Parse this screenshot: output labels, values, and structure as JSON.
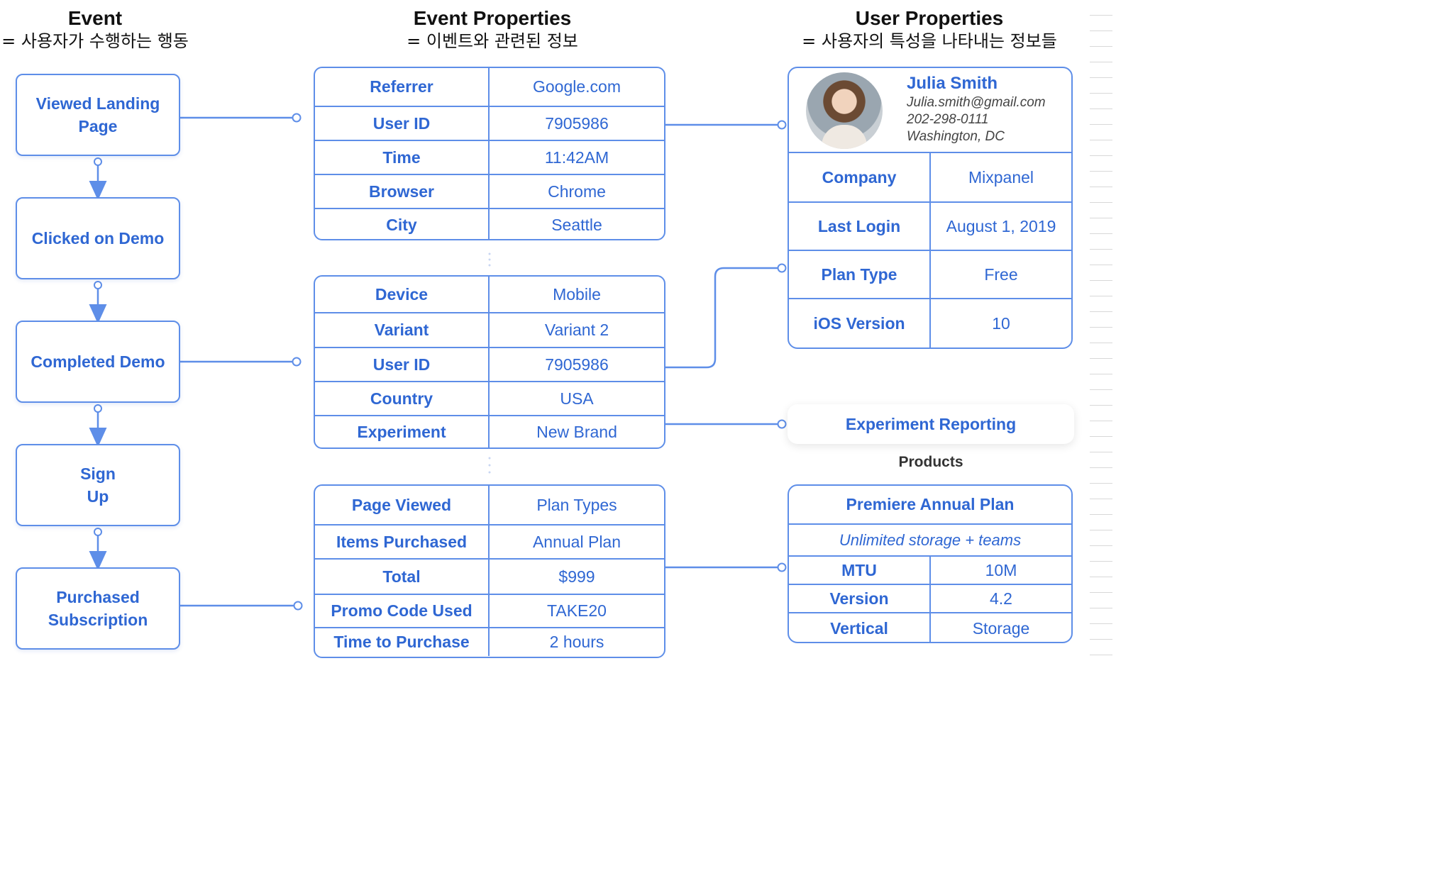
{
  "headers": {
    "event": {
      "title": "Event",
      "subtitle": "= 사용자가 수행하는 행동"
    },
    "event_properties": {
      "title": "Event Properties",
      "subtitle": "= 이벤트와 관련된 정보"
    },
    "user_properties": {
      "title": "User Properties",
      "subtitle": "= 사용자의 특성을 나타내는 정보들"
    }
  },
  "events": [
    "Viewed Landing Page",
    "Clicked on Demo",
    "Completed Demo",
    "Sign Up",
    "Purchased Subscription"
  ],
  "event_property_tables": [
    [
      {
        "key": "Referrer",
        "value": "Google.com"
      },
      {
        "key": "User ID",
        "value": "7905986"
      },
      {
        "key": "Time",
        "value": "11:42AM"
      },
      {
        "key": "Browser",
        "value": "Chrome"
      },
      {
        "key": "City",
        "value": "Seattle"
      }
    ],
    [
      {
        "key": "Device",
        "value": "Mobile"
      },
      {
        "key": "Variant",
        "value": "Variant 2"
      },
      {
        "key": "User ID",
        "value": "7905986"
      },
      {
        "key": "Country",
        "value": "USA"
      },
      {
        "key": "Experiment",
        "value": "New Brand"
      }
    ],
    [
      {
        "key": "Page Viewed",
        "value": "Plan Types"
      },
      {
        "key": "Items Purchased",
        "value": "Annual Plan"
      },
      {
        "key": "Total",
        "value": "$999"
      },
      {
        "key": "Promo Code Used",
        "value": "TAKE20"
      },
      {
        "key": "Time to Purchase",
        "value": "2 hours"
      }
    ]
  ],
  "user_profile": {
    "name": "Julia Smith",
    "email": "Julia.smith@gmail.com",
    "phone": "202-298-0111",
    "location": "Washington, DC",
    "properties": [
      {
        "key": "Company",
        "value": "Mixpanel"
      },
      {
        "key": "Last Login",
        "value": "August 1, 2019"
      },
      {
        "key": "Plan Type",
        "value": "Free"
      },
      {
        "key": "iOS Version",
        "value": "10"
      }
    ]
  },
  "experiment_reporting": "Experiment Reporting",
  "products_label": "Products",
  "product": {
    "title": "Premiere Annual Plan",
    "description": "Unlimited storage + teams",
    "properties": [
      {
        "key": "MTU",
        "value": "10M"
      },
      {
        "key": "Version",
        "value": "4.2"
      },
      {
        "key": "Vertical",
        "value": "Storage"
      }
    ]
  },
  "colors": {
    "accent": "#2f67d3",
    "border": "#5e8ee8"
  }
}
